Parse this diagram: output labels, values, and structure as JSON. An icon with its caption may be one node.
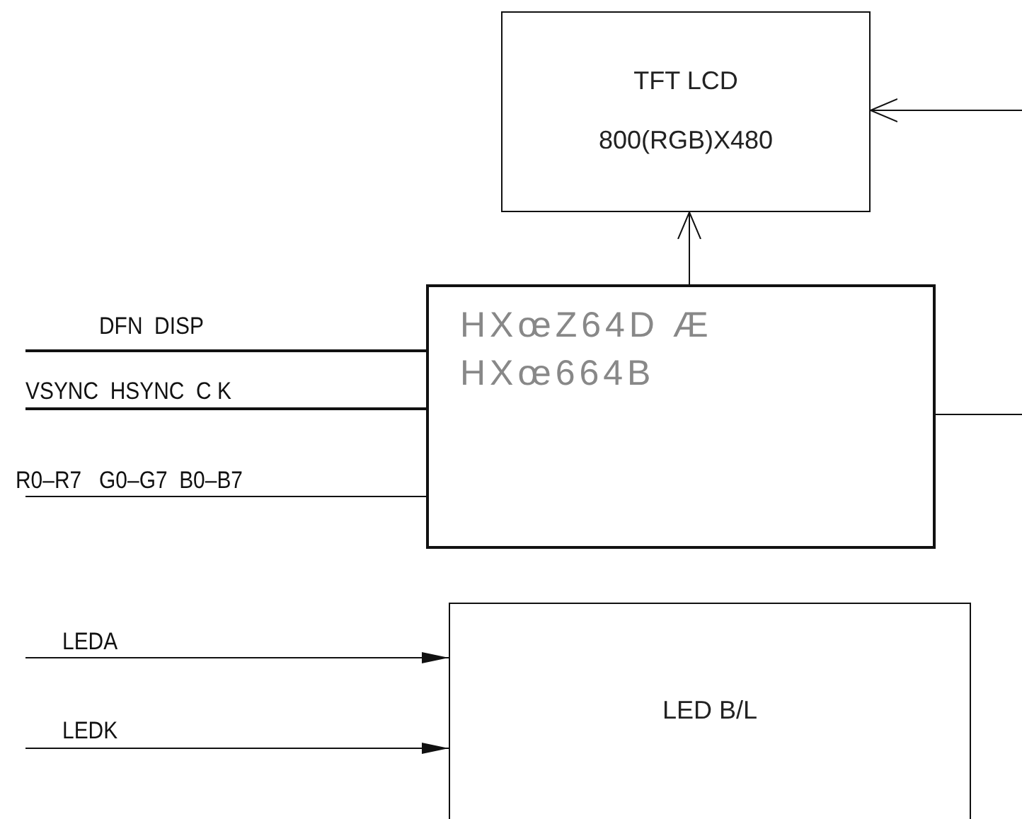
{
  "diagram": {
    "nodes": [
      {
        "text": [
          "TFT LCD",
          "800(RGB)X480"
        ]
      },
      {
        "text": [
          "HXœZ64D Æ",
          "HXœ664B"
        ]
      },
      {
        "text": [
          "LED B/L"
        ]
      }
    ],
    "edges": [
      {
        "from": 1,
        "to": 0,
        "arrow": "to"
      },
      {
        "from": null,
        "to": 0,
        "arrow": "to"
      },
      {
        "from": 1,
        "to": null,
        "arrow": "none"
      },
      {
        "from": null,
        "to": 1,
        "arrow": "none",
        "label": "DFN  DISP"
      },
      {
        "from": null,
        "to": 1,
        "arrow": "none",
        "label": "VSYNC  HSYNC  C K"
      },
      {
        "from": null,
        "to": 1,
        "arrow": "none",
        "label": "R0–R7   G0–G7  B0–B7"
      },
      {
        "from": null,
        "to": 2,
        "arrow": "to",
        "label": "LEDA"
      },
      {
        "from": null,
        "to": 2,
        "arrow": "to",
        "label": "LEDK"
      }
    ]
  }
}
